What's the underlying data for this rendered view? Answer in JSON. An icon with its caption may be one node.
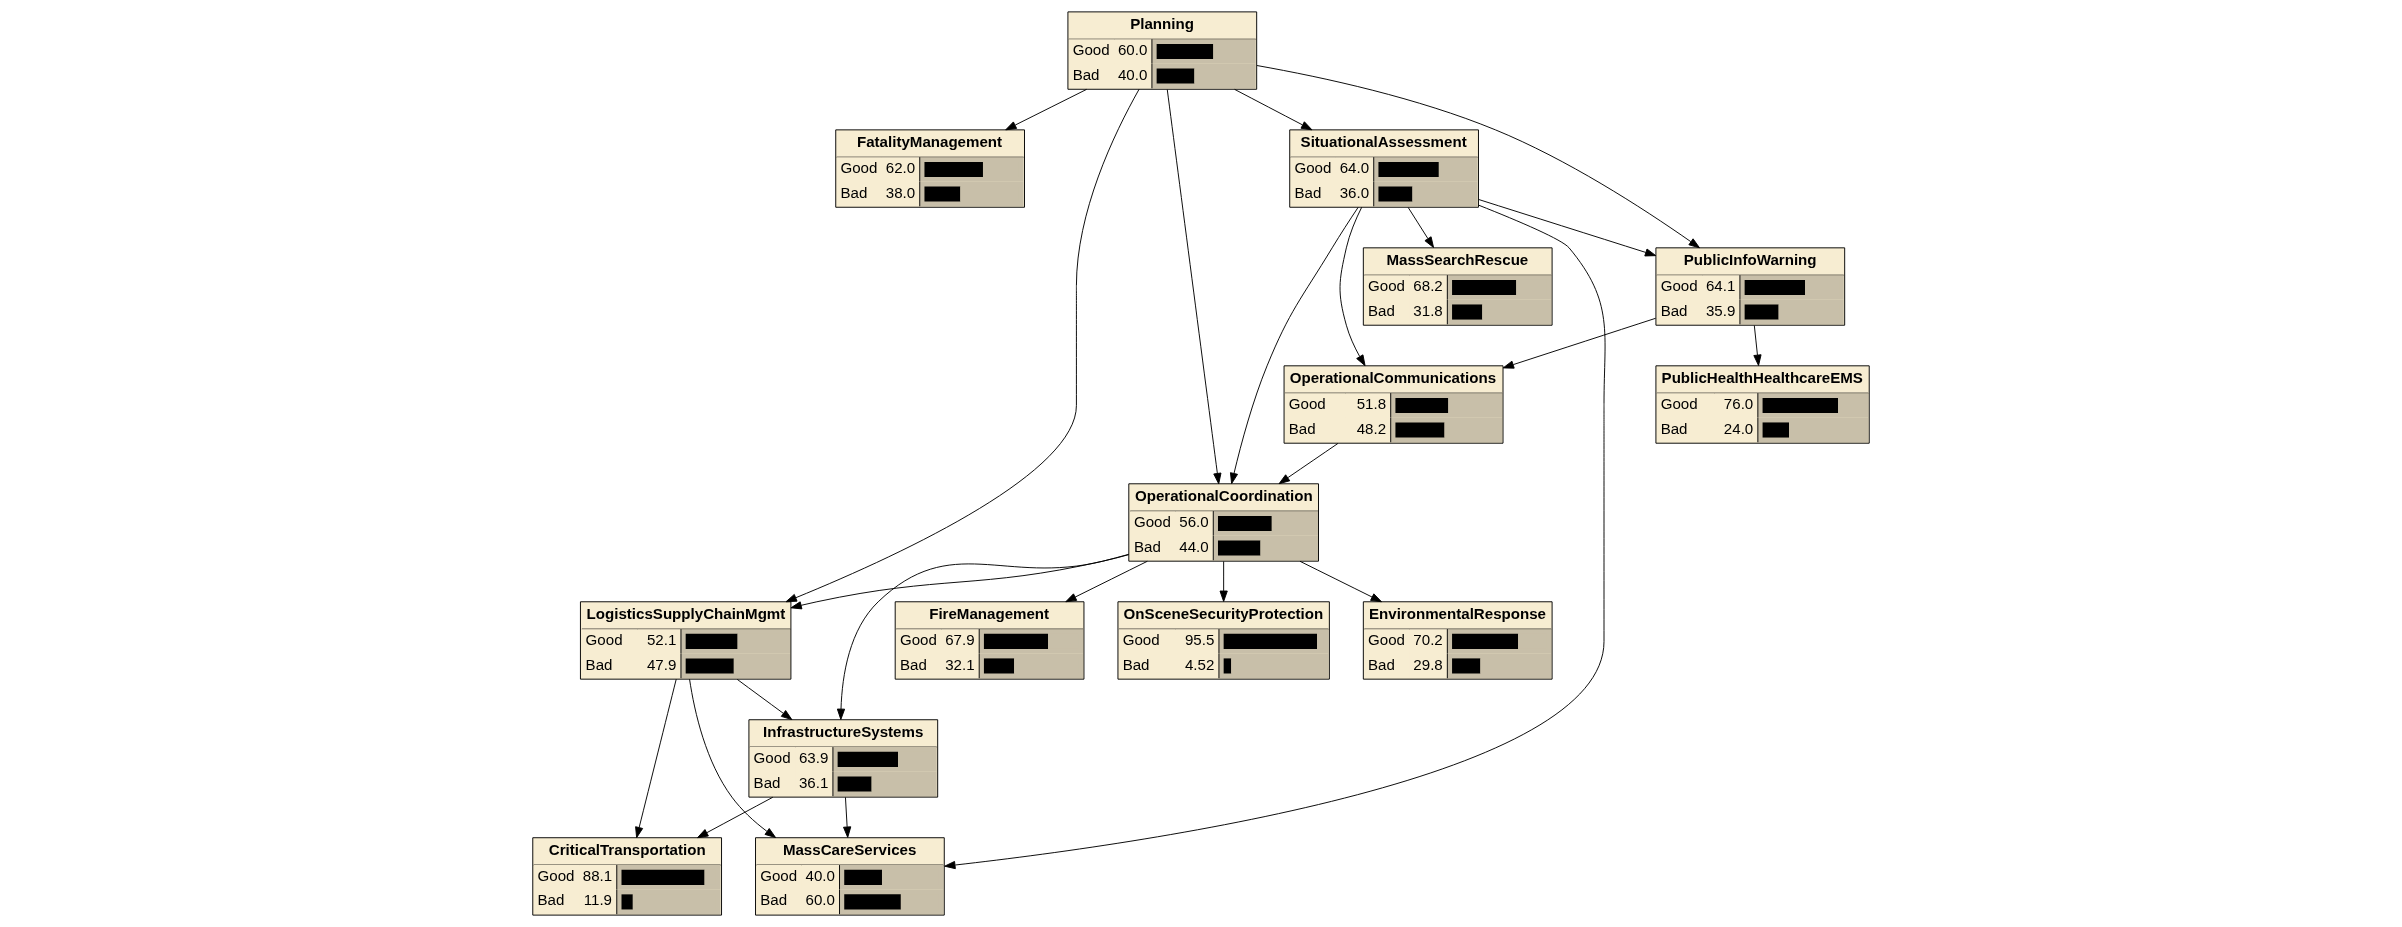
{
  "diagram": {
    "nodes": [
      {
        "text": [
          "FatalityManagement",
          "Good",
          "62.0",
          "Bad",
          "38.0"
        ]
      },
      {
        "text": [
          "EnvironmentalResponse",
          "Good",
          "70.2",
          "Bad",
          "29.8"
        ]
      },
      {
        "text": [
          "FireManagement",
          "Good",
          "67.9",
          "Bad",
          "32.1"
        ]
      },
      {
        "text": [
          "OperationalCoordination",
          "Good",
          "56.0",
          "Bad",
          "44.0"
        ]
      },
      {
        "text": [
          "Planning",
          "Good",
          "60.0",
          "Bad",
          "40.0"
        ]
      },
      {
        "text": [
          "OnSceneSecurityProtection",
          "Good",
          "95.5",
          "Bad",
          "4.52"
        ]
      },
      {
        "text": [
          "InfrastructureSystems",
          "Good",
          "63.9",
          "Bad",
          "36.1"
        ]
      },
      {
        "text": [
          "OperationalCommunications",
          "Good",
          "51.8",
          "Bad",
          "48.2"
        ]
      },
      {
        "text": [
          "LogisticsSupplyChainMgmt",
          "Good",
          "52.1",
          "Bad",
          "47.9"
        ]
      },
      {
        "text": [
          "CriticalTransportation",
          "Good",
          "88.1",
          "Bad",
          "11.9"
        ]
      },
      {
        "text": [
          "SituationalAssessment",
          "Good",
          "64.0",
          "Bad",
          "36.0"
        ]
      },
      {
        "text": [
          "PublicHealthHealthcareEMS",
          "Good",
          "76.0",
          "Bad",
          "24.0"
        ]
      },
      {
        "text": [
          "MassCareServices",
          "Good",
          "40.0",
          "Bad",
          "60.0"
        ]
      },
      {
        "text": [
          "PublicInfoWarning",
          "Good",
          "64.1",
          "Bad",
          "35.9"
        ]
      },
      {
        "text": [
          "MassSearchRescue",
          "Good",
          "68.2",
          "Bad",
          "31.8"
        ]
      }
    ],
    "edges": [
      {
        "from": 4,
        "to": 0,
        "arrow": "to"
      },
      {
        "from": 4,
        "to": 3,
        "arrow": "to"
      },
      {
        "from": 4,
        "to": 10,
        "arrow": "to"
      },
      {
        "from": 4,
        "to": 13,
        "arrow": "to"
      },
      {
        "from": 4,
        "to": 8,
        "arrow": "to"
      },
      {
        "from": 3,
        "to": 1,
        "arrow": "to"
      },
      {
        "from": 3,
        "to": 2,
        "arrow": "to"
      },
      {
        "from": 3,
        "to": 5,
        "arrow": "to"
      },
      {
        "from": 3,
        "to": 6,
        "arrow": "to"
      },
      {
        "from": 3,
        "to": 8,
        "arrow": "to"
      },
      {
        "from": 10,
        "to": 3,
        "arrow": "to"
      },
      {
        "from": 7,
        "to": 3,
        "arrow": "to"
      },
      {
        "from": 10,
        "to": 7,
        "arrow": "to"
      },
      {
        "from": 13,
        "to": 7,
        "arrow": "to"
      },
      {
        "from": 10,
        "to": 13,
        "arrow": "to"
      },
      {
        "from": 10,
        "to": 14,
        "arrow": "to"
      },
      {
        "from": 10,
        "to": 12,
        "arrow": "to"
      },
      {
        "from": 13,
        "to": 11,
        "arrow": "to"
      },
      {
        "from": 8,
        "to": 6,
        "arrow": "to"
      },
      {
        "from": 8,
        "to": 9,
        "arrow": "to"
      },
      {
        "from": 8,
        "to": 12,
        "arrow": "to"
      },
      {
        "from": 6,
        "to": 9,
        "arrow": "to"
      },
      {
        "from": 6,
        "to": 12,
        "arrow": "to"
      }
    ]
  }
}
